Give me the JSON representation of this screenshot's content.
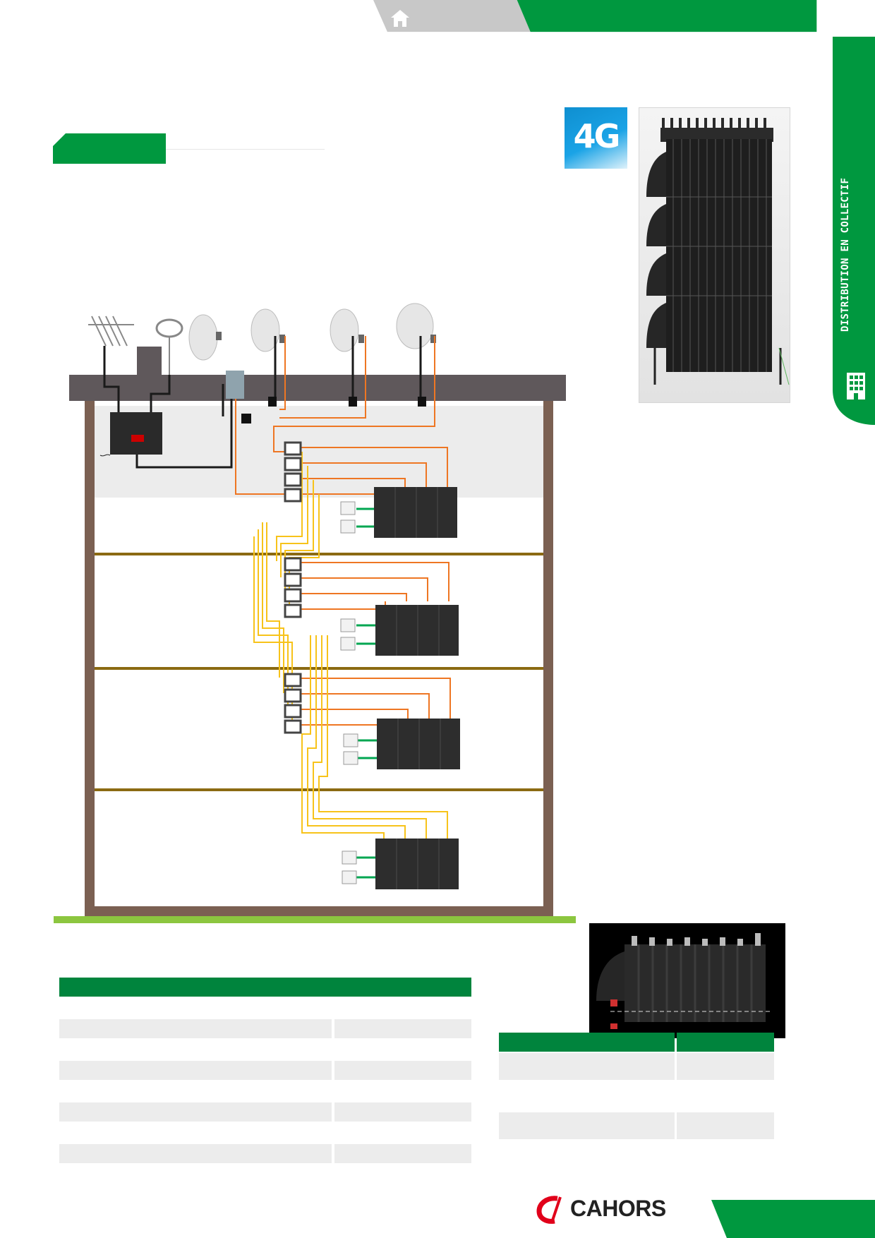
{
  "header": {
    "home_icon": "home-icon",
    "brand_color": "#00983f",
    "tab_color": "#c8c8c8"
  },
  "sidebar": {
    "label": "DISTRIBUTION EN COLLECTIF",
    "icon": "building-icon"
  },
  "badge": {
    "text": "4G",
    "color": "#1aa3e6"
  },
  "footer": {
    "logo_text": "CAHORS",
    "logo_icon": "cahors-logo-icon"
  },
  "diagram": {
    "icons": [
      "terrestrial-antenna-icon",
      "satellite-dish-icon",
      "amplifier-icon",
      "splitter-icon",
      "multiswitch-icon",
      "wall-outlet-icon",
      "power-plug-icon"
    ],
    "cable_colors": {
      "terrestrial": "#1a1a1a",
      "satellite": "#ee7623",
      "riser": "#f7c31a",
      "outlet": "#00a651"
    }
  }
}
